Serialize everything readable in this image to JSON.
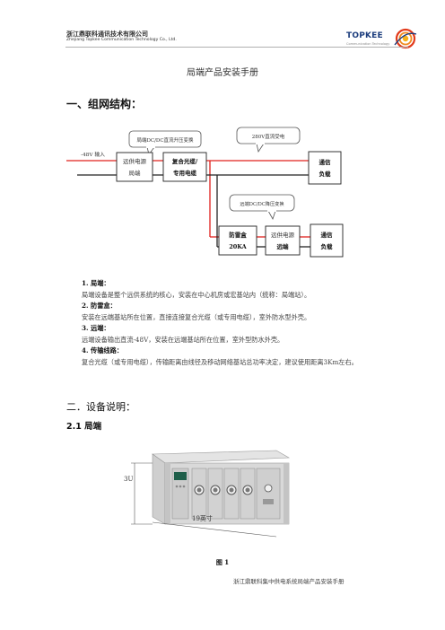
{
  "header": {
    "company_cn": "浙江鼎联科通讯技术有限公司",
    "company_en": "Zhejiang Topkee Communication Technology Co., Ltd.",
    "logo_text": "TOPKEE",
    "logo_sub": "Communication Technology"
  },
  "doc_title": "局端产品安装手册",
  "section1": {
    "heading": "一、组网结构：",
    "diagram": {
      "bubble_top_left": "局端DC/DC直流升压变换",
      "bubble_top_right": "280V直流受电",
      "bubble_middle": "远端DC/DC降压变换",
      "input_label": "-48V 输入",
      "box_local_l1": "远供电源",
      "box_local_l2": "局端",
      "box_cable_l1": "复合光缆/",
      "box_cable_l2": "专用电缆",
      "box_load1_l1": "通信",
      "box_load1_l2": "负载",
      "box_arrester_l1": "防雷盒",
      "box_arrester_l2": "20KA",
      "box_remote_l1": "远供电源",
      "box_remote_l2": "远端",
      "box_load2_l1": "通信",
      "box_load2_l2": "负载",
      "colors": {
        "red": "#e0201c",
        "dark": "#222222"
      }
    },
    "items": [
      {
        "title": "1.  局端：",
        "desc": "局端设备是整个远供系统的核心，安装在中心机房或宏基站内（统称：局端站）。"
      },
      {
        "title": "2.  防雷盒：",
        "desc": "安装在远端基站所在位置，直接连接复合光缆（或专用电缆），室外防水型外壳。"
      },
      {
        "title": "3.  远端：",
        "desc": "远端设备输出直流-48V，安装在远端基站所在位置，室外型防水外壳。"
      },
      {
        "title": "4.  传输线路：",
        "desc": "复合光缆（或专用电缆），传输距离由线径及移动网络基站总功率决定，建议使用距离3Km左右。"
      }
    ]
  },
  "section2": {
    "heading": "二．设备说明：",
    "subheading": "2.1  局端",
    "photo": {
      "label_height": "3U",
      "label_width": "19英寸"
    },
    "caption": "图  1"
  },
  "footer": "浙江鼎联科集中供电系统局端产品安装手册"
}
